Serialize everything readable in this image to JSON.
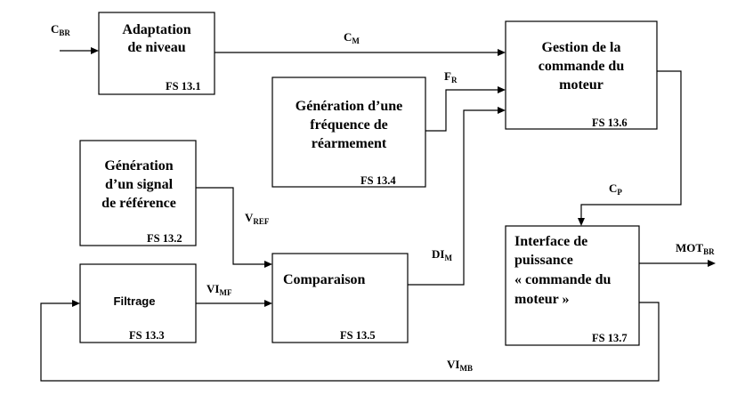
{
  "blocks": {
    "adaptation": {
      "lines": [
        "Adaptation",
        "de niveau"
      ],
      "code": "FS 13.1"
    },
    "reference": {
      "lines": [
        "Génération",
        "d’un signal",
        "de référence"
      ],
      "code": "FS 13.2"
    },
    "filtrage": {
      "lines": [
        "Filtrage"
      ],
      "code": "FS 13.3"
    },
    "rearmement": {
      "lines": [
        "Génération d’une",
        "fréquence de",
        "réarmement"
      ],
      "code": "FS 13.4"
    },
    "comparaison": {
      "lines": [
        "Comparaison"
      ],
      "code": "FS 13.5"
    },
    "gestion": {
      "lines": [
        "Gestion de la",
        "commande du",
        "moteur"
      ],
      "code": "FS 13.6"
    },
    "interface": {
      "lines": [
        "Interface de",
        "puissance",
        "« commande du",
        "moteur »"
      ],
      "code": "FS 13.7"
    }
  },
  "signals": {
    "c_br": {
      "main": "C",
      "sub": "BR"
    },
    "c_m": {
      "main": "C",
      "sub": "M"
    },
    "f_r": {
      "main": "F",
      "sub": "R"
    },
    "v_ref": {
      "main": "V",
      "sub": "REF"
    },
    "vi_mf": {
      "main": "VI",
      "sub": "MF"
    },
    "di_m": {
      "main": "DI",
      "sub": "M"
    },
    "c_p": {
      "main": "C",
      "sub": "P"
    },
    "mot_br": {
      "main": "MOT",
      "sub": "BR"
    },
    "vi_mb": {
      "main": "VI",
      "sub": "MB"
    }
  }
}
